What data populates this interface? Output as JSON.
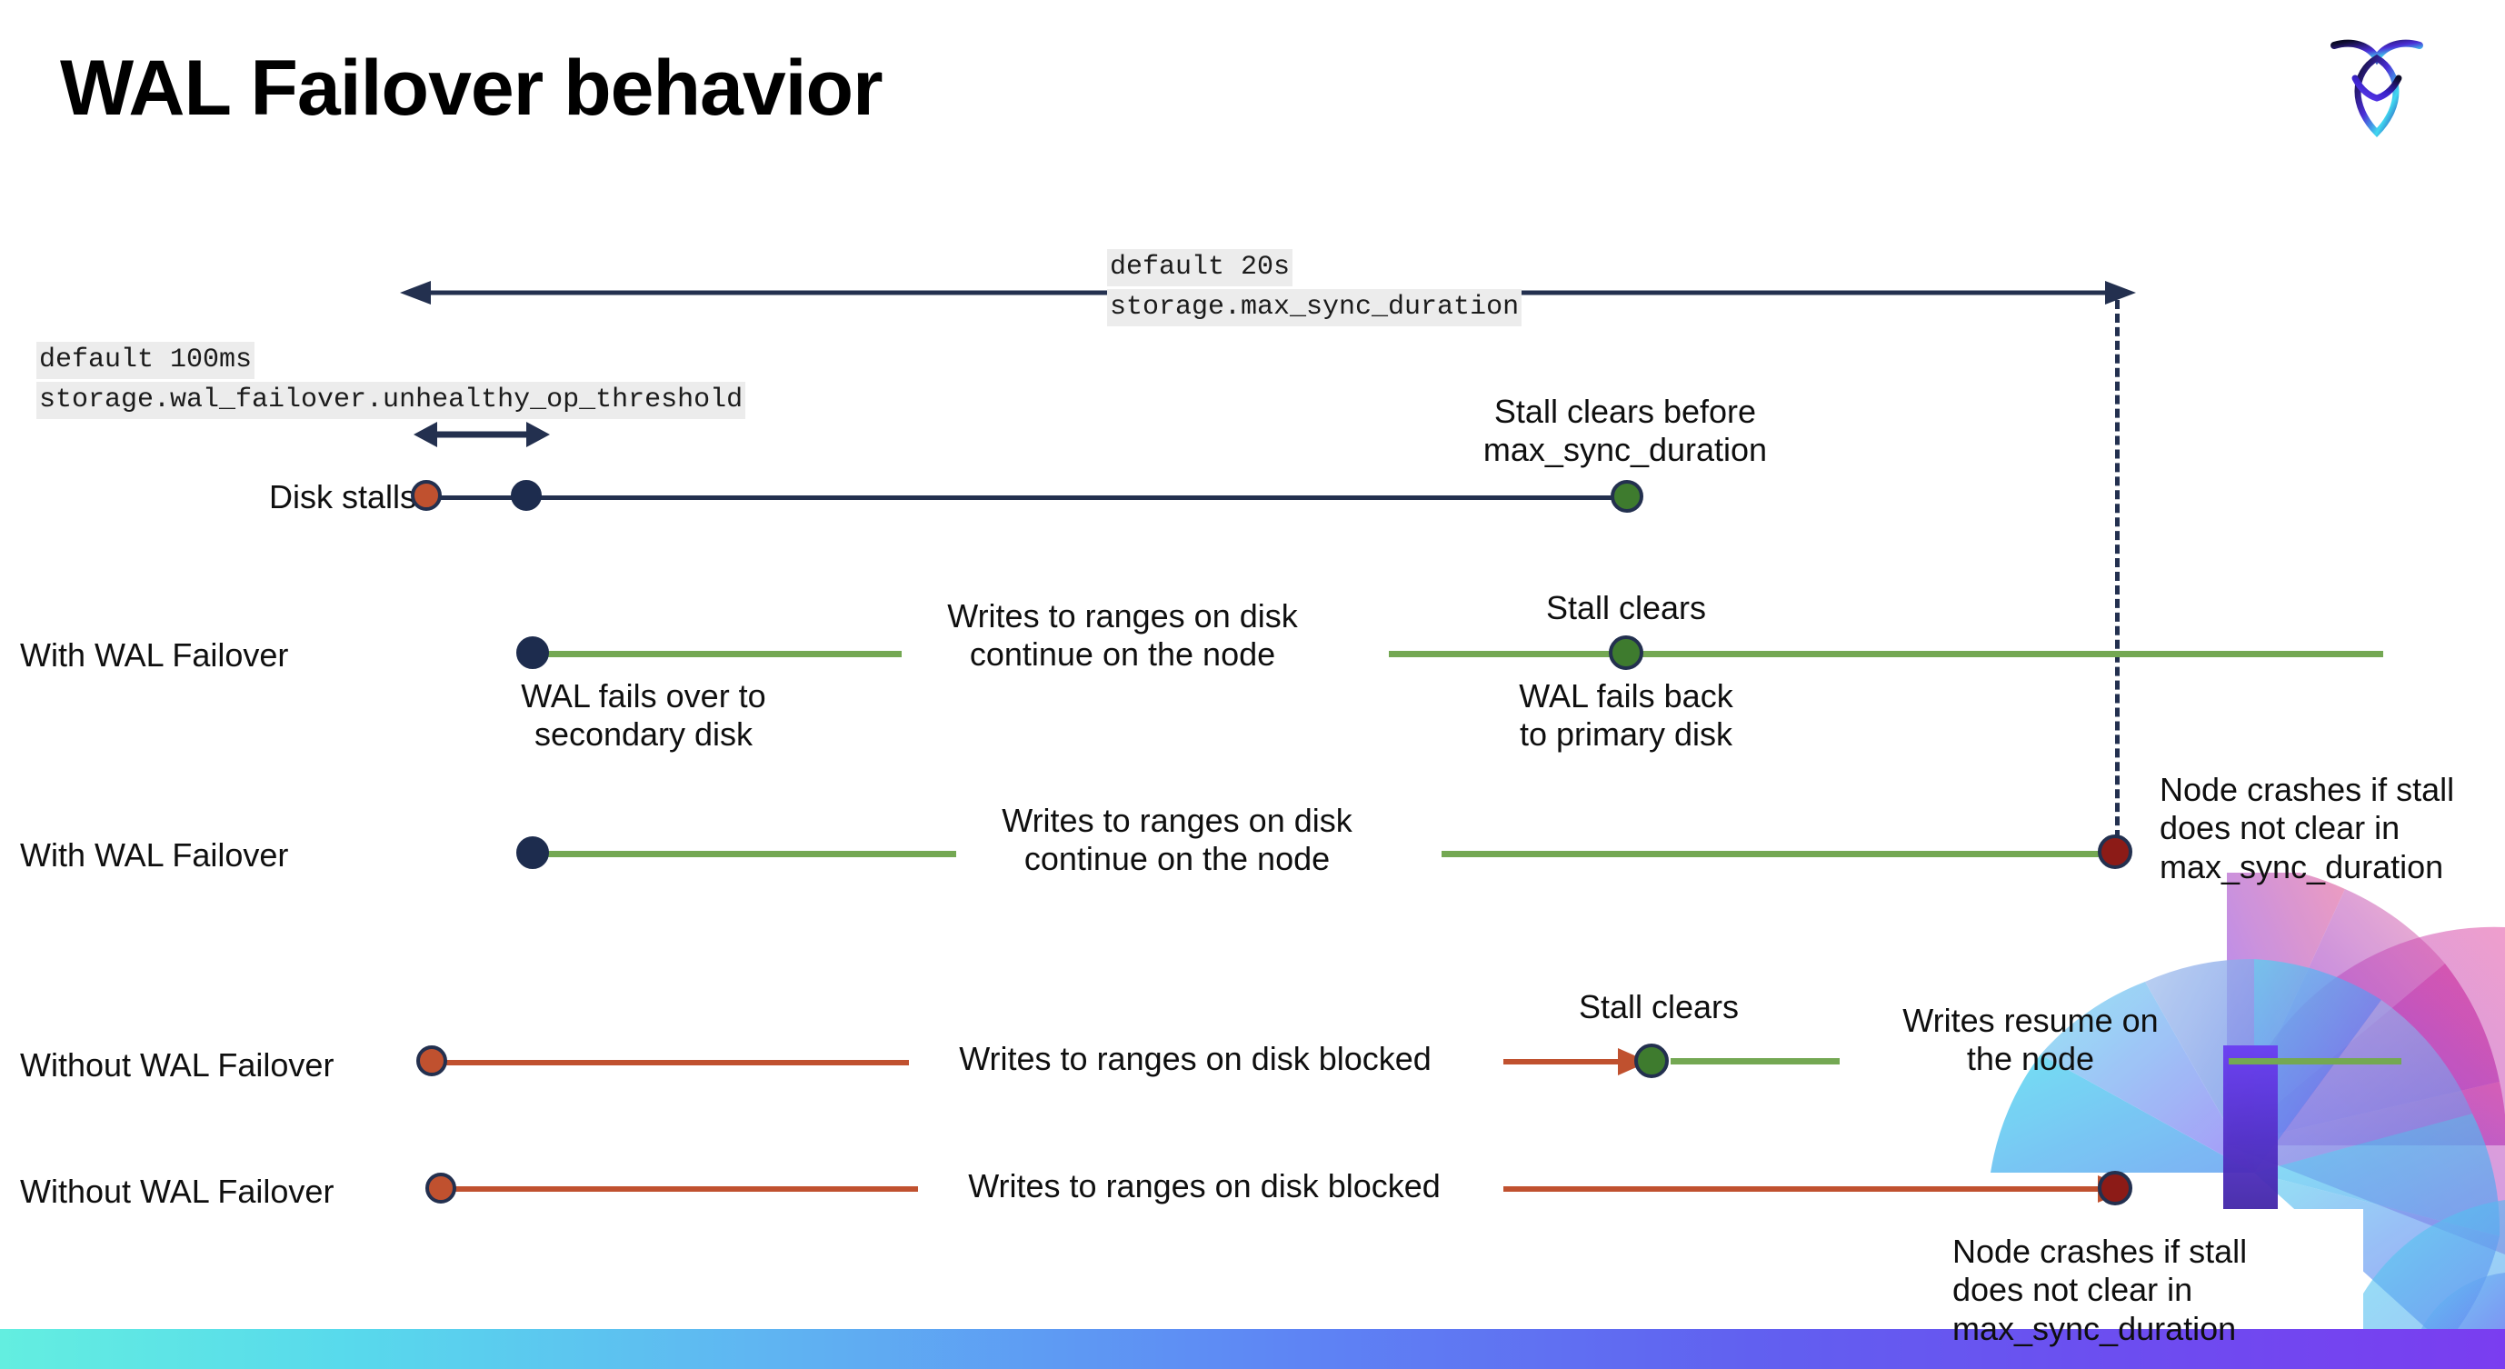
{
  "slide": {
    "title": "WAL Failover behavior",
    "logo_icon": "cockroachdb-logo-icon"
  },
  "annotations": {
    "max_sync": {
      "line1": "default 20s",
      "line2": "storage.max_sync_duration"
    },
    "unhealthy_op": {
      "line1": "default 100ms",
      "line2": "storage.wal_failover.unhealthy_op_threshold"
    }
  },
  "rows": [
    {
      "id": "disk-stalls",
      "label": "Disk stalls",
      "callouts": [
        {
          "id": "stall-clears-before",
          "text": "Stall clears before\nmax_sync_duration"
        }
      ]
    },
    {
      "id": "with-wal-failover-1",
      "label": "With WAL Failover",
      "callouts": [
        {
          "id": "writes-continue",
          "text": "Writes to ranges on disk\ncontinue on the node"
        },
        {
          "id": "wal-fails-over",
          "text": "WAL fails over to\nsecondary disk"
        },
        {
          "id": "stall-clears",
          "text": "Stall clears"
        },
        {
          "id": "wal-fails-back",
          "text": "WAL fails  back\nto primary disk"
        }
      ]
    },
    {
      "id": "with-wal-failover-2",
      "label": "With WAL Failover",
      "callouts": [
        {
          "id": "writes-continue-2",
          "text": "Writes to ranges on disk\ncontinue on the node"
        },
        {
          "id": "node-crashes-1",
          "text": "Node crashes if stall\ndoes not clear in\nmax_sync_duration"
        }
      ]
    },
    {
      "id": "without-wal-failover-1",
      "label": "Without WAL Failover",
      "callouts": [
        {
          "id": "writes-blocked-1",
          "text": "Writes to ranges on disk  blocked"
        },
        {
          "id": "stall-clears-2",
          "text": "Stall clears"
        },
        {
          "id": "writes-resume",
          "text": "Writes resume on\nthe node"
        }
      ]
    },
    {
      "id": "without-wal-failover-2",
      "label": "Without WAL Failover",
      "callouts": [
        {
          "id": "writes-blocked-2",
          "text": "Writes to ranges on disk  blocked"
        },
        {
          "id": "node-crashes-2",
          "text": "Node crashes if stall\ndoes not clear in\nmax_sync_duration"
        }
      ]
    }
  ],
  "colors": {
    "navy": "#23304f",
    "green_line": "#74a853",
    "green_dot": "#3e7b2e",
    "red_line": "#c0512f",
    "red_dot": "#c0512f",
    "dark_red_dot": "#8c1b17",
    "code_bg": "#ececec",
    "bar_gradient_start": "#63eee0",
    "bar_gradient_end": "#7a3df0"
  }
}
